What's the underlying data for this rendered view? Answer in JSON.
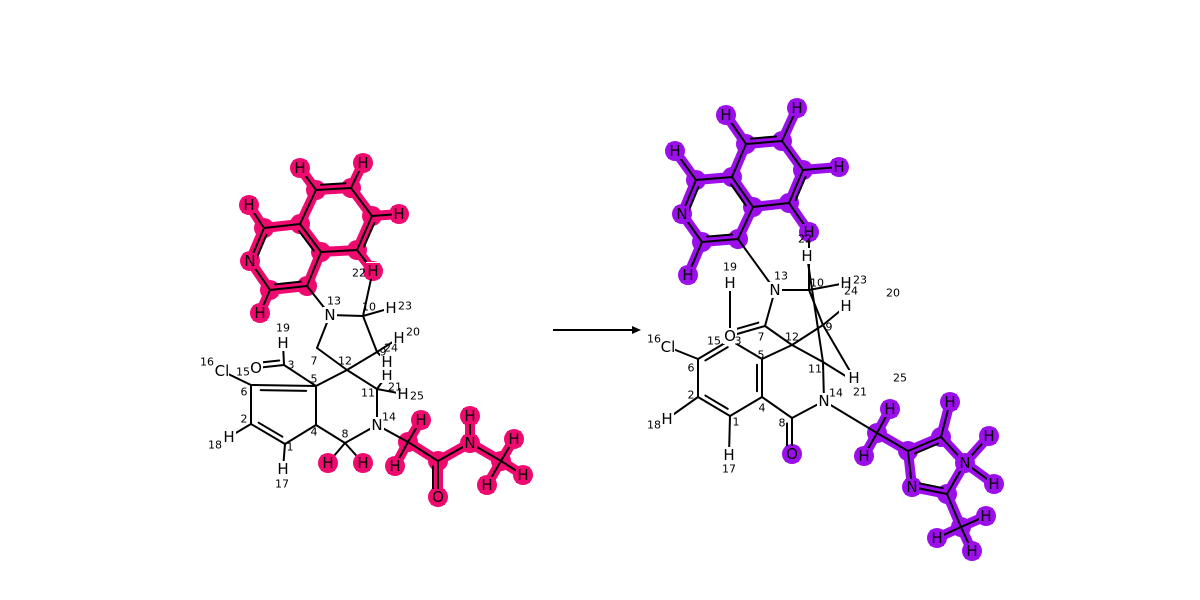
{
  "colors": {
    "left_highlight": "#EE0A6E",
    "right_highlight": "#9B0FEA",
    "bond": "#000000",
    "background": "#FFFFFF"
  },
  "reaction_arrow": {
    "icon": "arrow-right-icon"
  },
  "molecules": [
    {
      "id": "reactant",
      "highlight_color": "#EE0A6E",
      "atoms": [
        {
          "id": "L1",
          "el": "C",
          "label": "",
          "idx": "1"
        },
        {
          "id": "L2",
          "el": "C",
          "label": "",
          "idx": "2"
        },
        {
          "id": "L3",
          "el": "C",
          "label": "",
          "idx": "3"
        },
        {
          "id": "L4",
          "el": "C",
          "label": "",
          "idx": "4"
        },
        {
          "id": "L5",
          "el": "C",
          "label": "",
          "idx": "5"
        },
        {
          "id": "L6",
          "el": "C",
          "label": "",
          "idx": "6"
        },
        {
          "id": "L7",
          "el": "C",
          "label": "",
          "idx": "7"
        },
        {
          "id": "L8",
          "el": "C",
          "label": "",
          "idx": "8"
        },
        {
          "id": "L9",
          "el": "C",
          "label": "",
          "idx": "9"
        },
        {
          "id": "L10",
          "el": "C",
          "label": "",
          "idx": "10"
        },
        {
          "id": "L11",
          "el": "C",
          "label": "",
          "idx": "11"
        },
        {
          "id": "L12",
          "el": "C",
          "label": "",
          "idx": "12"
        },
        {
          "id": "L13",
          "el": "N",
          "label": "N",
          "idx": "13"
        },
        {
          "id": "L14",
          "el": "N",
          "label": "N",
          "idx": "14"
        },
        {
          "id": "L15",
          "el": "O",
          "label": "O",
          "idx": "15"
        },
        {
          "id": "L16",
          "el": "Cl",
          "label": "Cl",
          "idx": "16"
        },
        {
          "id": "L17",
          "el": "H",
          "label": "H",
          "idx": "17"
        },
        {
          "id": "L18",
          "el": "H",
          "label": "H",
          "idx": "18"
        },
        {
          "id": "L19",
          "el": "H",
          "label": "H",
          "idx": "19"
        },
        {
          "id": "L20",
          "el": "H",
          "label": "H",
          "idx": "20"
        },
        {
          "id": "L21",
          "el": "H",
          "label": "H",
          "idx": "21"
        },
        {
          "id": "L22",
          "el": "H",
          "label": "H",
          "idx": "22"
        },
        {
          "id": "L23",
          "el": "H",
          "label": "H",
          "idx": "23"
        },
        {
          "id": "L24",
          "el": "H",
          "label": "H",
          "idx": "24"
        },
        {
          "id": "L25",
          "el": "H",
          "label": "H",
          "idx": "25"
        },
        {
          "id": "LQ1",
          "el": "C",
          "label": "",
          "idx": "",
          "hl": true
        },
        {
          "id": "LQ2",
          "el": "C",
          "label": "",
          "idx": "",
          "hl": true
        },
        {
          "id": "LQ3",
          "el": "C",
          "label": "",
          "idx": "",
          "hl": true
        },
        {
          "id": "LQ4",
          "el": "C",
          "label": "",
          "idx": "",
          "hl": true
        },
        {
          "id": "LQ5",
          "el": "C",
          "label": "",
          "idx": "",
          "hl": true
        },
        {
          "id": "LQ6",
          "el": "C",
          "label": "",
          "idx": "",
          "hl": true
        },
        {
          "id": "LQ7",
          "el": "C",
          "label": "",
          "idx": "",
          "hl": true
        },
        {
          "id": "LQ8",
          "el": "C",
          "label": "",
          "idx": "",
          "hl": true
        },
        {
          "id": "LQ9",
          "el": "C",
          "label": "",
          "idx": "",
          "hl": true
        },
        {
          "id": "LQN",
          "el": "N",
          "label": "N",
          "idx": "",
          "hl": true
        },
        {
          "id": "LQH1",
          "el": "H",
          "label": "H",
          "idx": "",
          "hl": true
        },
        {
          "id": "LQH2",
          "el": "H",
          "label": "H",
          "idx": "",
          "hl": true
        },
        {
          "id": "LQH3",
          "el": "H",
          "label": "H",
          "idx": "",
          "hl": true
        },
        {
          "id": "LQH4",
          "el": "H",
          "label": "H",
          "idx": "",
          "hl": true
        },
        {
          "id": "LQH5",
          "el": "H",
          "label": "H",
          "idx": "",
          "hl": true
        },
        {
          "id": "LQH6",
          "el": "H",
          "label": "H",
          "idx": "",
          "hl": true
        },
        {
          "id": "LH8a",
          "el": "H",
          "label": "H",
          "idx": "",
          "hl": true
        },
        {
          "id": "LH8b",
          "el": "H",
          "label": "H",
          "idx": "",
          "hl": true
        },
        {
          "id": "LA1",
          "el": "C",
          "label": "",
          "idx": "",
          "hl": true
        },
        {
          "id": "LA2",
          "el": "C",
          "label": "",
          "idx": "",
          "hl": true
        },
        {
          "id": "LAO",
          "el": "O",
          "label": "O",
          "idx": "",
          "hl": true
        },
        {
          "id": "LAN",
          "el": "N",
          "label": "N",
          "idx": "",
          "hl": true
        },
        {
          "id": "LA3",
          "el": "C",
          "label": "",
          "idx": "",
          "hl": true
        },
        {
          "id": "LAH1",
          "el": "H",
          "label": "H",
          "idx": "",
          "hl": true
        },
        {
          "id": "LAH2",
          "el": "H",
          "label": "H",
          "idx": "",
          "hl": true
        },
        {
          "id": "LAHN",
          "el": "H",
          "label": "H",
          "idx": "",
          "hl": true
        },
        {
          "id": "LAH3",
          "el": "H",
          "label": "H",
          "idx": "",
          "hl": true
        },
        {
          "id": "LAH4",
          "el": "H",
          "label": "H",
          "idx": "",
          "hl": true
        },
        {
          "id": "LAH5",
          "el": "H",
          "label": "H",
          "idx": "",
          "hl": true
        }
      ]
    },
    {
      "id": "product",
      "highlight_color": "#9B0FEA",
      "atoms": [
        {
          "id": "R1",
          "el": "C",
          "label": "",
          "idx": "1"
        },
        {
          "id": "R2",
          "el": "C",
          "label": "",
          "idx": "2"
        },
        {
          "id": "R3",
          "el": "C",
          "label": "",
          "idx": "3"
        },
        {
          "id": "R4",
          "el": "C",
          "label": "",
          "idx": "4"
        },
        {
          "id": "R5",
          "el": "C",
          "label": "",
          "idx": "5"
        },
        {
          "id": "R6",
          "el": "C",
          "label": "",
          "idx": "6"
        },
        {
          "id": "R7",
          "el": "C",
          "label": "",
          "idx": "7"
        },
        {
          "id": "R8",
          "el": "C",
          "label": "",
          "idx": "8"
        },
        {
          "id": "R9",
          "el": "C",
          "label": "",
          "idx": "9"
        },
        {
          "id": "R10",
          "el": "C",
          "label": "",
          "idx": "10"
        },
        {
          "id": "R11",
          "el": "C",
          "label": "",
          "idx": "11"
        },
        {
          "id": "R12",
          "el": "C",
          "label": "",
          "idx": "12"
        },
        {
          "id": "R13",
          "el": "N",
          "label": "N",
          "idx": "13"
        },
        {
          "id": "R14",
          "el": "N",
          "label": "N",
          "idx": "14"
        },
        {
          "id": "R15",
          "el": "O",
          "label": "O",
          "idx": "15"
        },
        {
          "id": "R16",
          "el": "Cl",
          "label": "Cl",
          "idx": "16"
        },
        {
          "id": "R17",
          "el": "H",
          "label": "H",
          "idx": "17"
        },
        {
          "id": "R18",
          "el": "H",
          "label": "H",
          "idx": "18"
        },
        {
          "id": "R19",
          "el": "H",
          "label": "H",
          "idx": "19"
        },
        {
          "id": "R20",
          "el": "H",
          "label": "H",
          "idx": "20"
        },
        {
          "id": "R21",
          "el": "H",
          "label": "H",
          "idx": "21"
        },
        {
          "id": "R22",
          "el": "H",
          "label": "H",
          "idx": "22"
        },
        {
          "id": "R23",
          "el": "H",
          "label": "H",
          "idx": "23"
        },
        {
          "id": "R24",
          "el": "H",
          "label": "H",
          "idx": "24"
        },
        {
          "id": "R25",
          "el": "H",
          "label": "H",
          "idx": "25"
        },
        {
          "id": "RO8",
          "el": "O",
          "label": "O",
          "idx": "",
          "hl": true
        },
        {
          "id": "RQ1",
          "el": "C",
          "label": "",
          "idx": "",
          "hl": true
        },
        {
          "id": "RQ2",
          "el": "C",
          "label": "",
          "idx": "",
          "hl": true
        },
        {
          "id": "RQ3",
          "el": "C",
          "label": "",
          "idx": "",
          "hl": true
        },
        {
          "id": "RQ4",
          "el": "C",
          "label": "",
          "idx": "",
          "hl": true
        },
        {
          "id": "RQ5",
          "el": "C",
          "label": "",
          "idx": "",
          "hl": true
        },
        {
          "id": "RQ6",
          "el": "C",
          "label": "",
          "idx": "",
          "hl": true
        },
        {
          "id": "RQ7",
          "el": "C",
          "label": "",
          "idx": "",
          "hl": true
        },
        {
          "id": "RQ8",
          "el": "C",
          "label": "",
          "idx": "",
          "hl": true
        },
        {
          "id": "RQ9",
          "el": "C",
          "label": "",
          "idx": "",
          "hl": true
        },
        {
          "id": "RQN",
          "el": "N",
          "label": "N",
          "idx": "",
          "hl": true
        },
        {
          "id": "RQH1",
          "el": "H",
          "label": "H",
          "idx": "",
          "hl": true
        },
        {
          "id": "RQH2",
          "el": "H",
          "label": "H",
          "idx": "",
          "hl": true
        },
        {
          "id": "RQH3",
          "el": "H",
          "label": "H",
          "idx": "",
          "hl": true
        },
        {
          "id": "RQH4",
          "el": "H",
          "label": "H",
          "idx": "",
          "hl": true
        },
        {
          "id": "RQH5",
          "el": "H",
          "label": "H",
          "idx": "",
          "hl": true
        },
        {
          "id": "RQH6",
          "el": "H",
          "label": "H",
          "idx": "",
          "hl": true
        },
        {
          "id": "RM",
          "el": "C",
          "label": "",
          "idx": "",
          "hl": true
        },
        {
          "id": "RMH1",
          "el": "H",
          "label": "H",
          "idx": "",
          "hl": true
        },
        {
          "id": "RMH2",
          "el": "H",
          "label": "H",
          "idx": "",
          "hl": true
        },
        {
          "id": "RI1",
          "el": "C",
          "label": "",
          "idx": "",
          "hl": true
        },
        {
          "id": "RI2",
          "el": "C",
          "label": "",
          "idx": "",
          "hl": true
        },
        {
          "id": "RIN1",
          "el": "N",
          "label": "N",
          "idx": "",
          "hl": true
        },
        {
          "id": "RI3",
          "el": "C",
          "label": "",
          "idx": "",
          "hl": true
        },
        {
          "id": "RIN2",
          "el": "N",
          "label": "N",
          "idx": "",
          "hl": true
        },
        {
          "id": "RIH1",
          "el": "H",
          "label": "H",
          "idx": "",
          "hl": true
        },
        {
          "id": "RIH2",
          "el": "H",
          "label": "H",
          "idx": "",
          "hl": true
        },
        {
          "id": "RIH3",
          "el": "H",
          "label": "H",
          "idx": "",
          "hl": true
        },
        {
          "id": "RMe",
          "el": "C",
          "label": "",
          "idx": "",
          "hl": true
        },
        {
          "id": "RMeH1",
          "el": "H",
          "label": "H",
          "idx": "",
          "hl": true
        },
        {
          "id": "RMeH2",
          "el": "H",
          "label": "H",
          "idx": "",
          "hl": true
        },
        {
          "id": "RMeH3",
          "el": "H",
          "label": "H",
          "idx": "",
          "hl": true
        }
      ]
    }
  ]
}
